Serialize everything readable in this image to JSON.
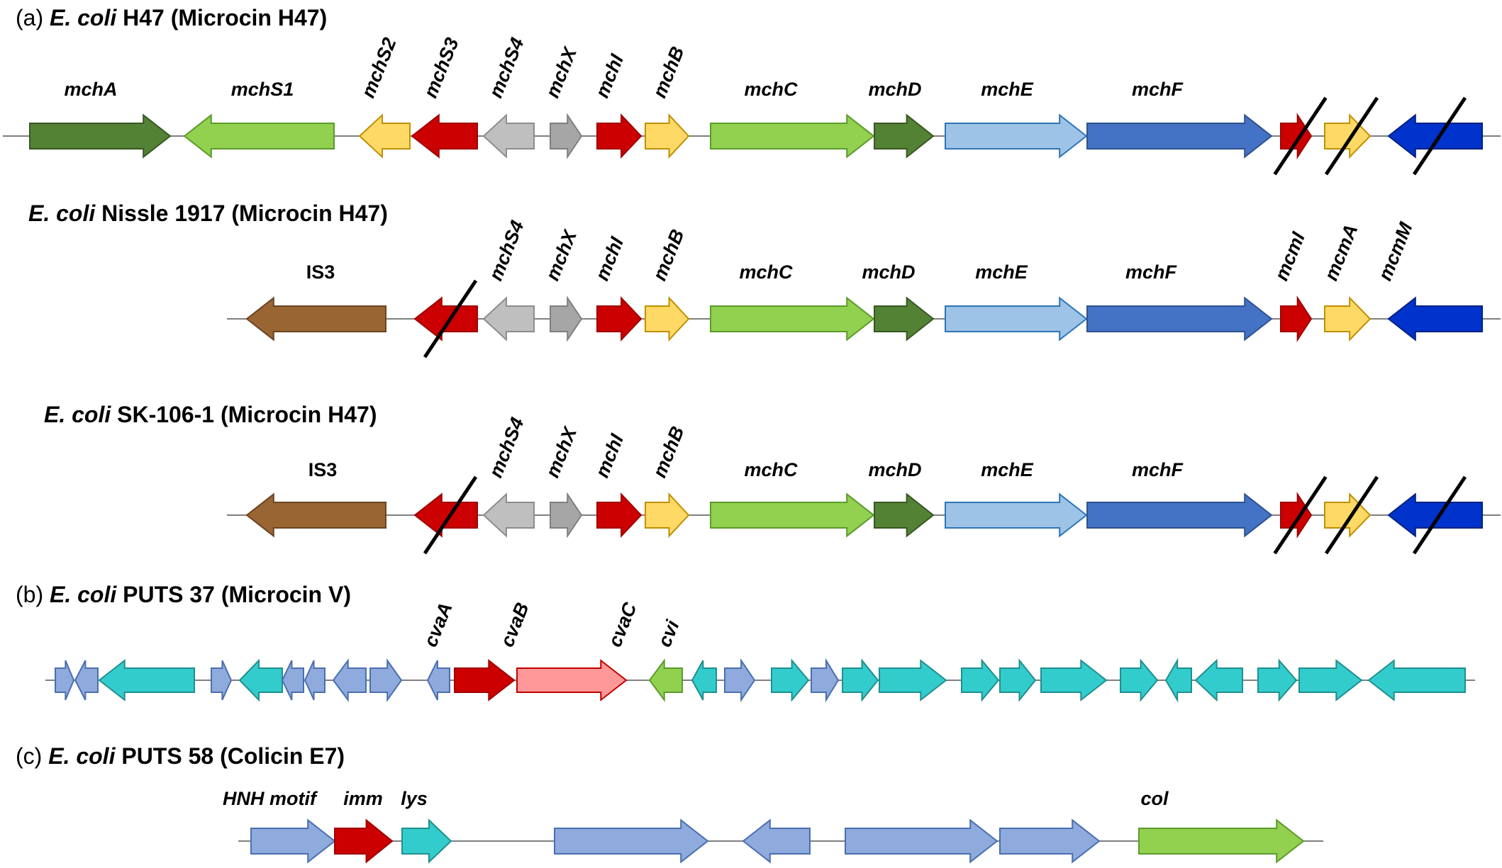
{
  "colors": {
    "dark_green": "#548235",
    "light_green": "#92D050",
    "yellow": "#FFD966",
    "red": "#CC0000",
    "light_gray": "#BFBFBF",
    "gray": "#A6A6A6",
    "light_blue": "#9DC3E6",
    "mid_blue": "#4472C4",
    "navy": "#0033CC",
    "brown": "#996633",
    "periwinkle": "#8FAADC",
    "cyan": "#33CCCC",
    "pink": "#FF9999"
  },
  "panels": [
    {
      "id": "a1",
      "letter": "(a)",
      "organism": "E. coli",
      "strain": "H47 (Microcin H47)",
      "genes": [
        {
          "label": "mchA",
          "dir": "right",
          "color": "dark_green",
          "deleted": false
        },
        {
          "label": "mchS1",
          "dir": "left",
          "color": "light_green",
          "deleted": false
        },
        {
          "label": "mchS2",
          "dir": "left",
          "color": "yellow",
          "deleted": false
        },
        {
          "label": "mchS3",
          "dir": "left",
          "color": "red",
          "deleted": false
        },
        {
          "label": "mchS4",
          "dir": "left",
          "color": "light_gray",
          "deleted": false
        },
        {
          "label": "mchX",
          "dir": "right",
          "color": "gray",
          "deleted": false
        },
        {
          "label": "mchI",
          "dir": "right",
          "color": "red",
          "deleted": false
        },
        {
          "label": "mchB",
          "dir": "right",
          "color": "yellow",
          "deleted": false
        },
        {
          "label": "mchC",
          "dir": "right",
          "color": "light_green",
          "deleted": false
        },
        {
          "label": "mchD",
          "dir": "right",
          "color": "dark_green",
          "deleted": false
        },
        {
          "label": "mchE",
          "dir": "right",
          "color": "light_blue",
          "deleted": false
        },
        {
          "label": "mchF",
          "dir": "right",
          "color": "mid_blue",
          "deleted": false
        },
        {
          "label": "",
          "dir": "right",
          "color": "red",
          "deleted": true
        },
        {
          "label": "",
          "dir": "right",
          "color": "yellow",
          "deleted": true
        },
        {
          "label": "",
          "dir": "left",
          "color": "navy",
          "deleted": true
        }
      ]
    },
    {
      "id": "a2",
      "letter": "",
      "organism": "E. coli",
      "strain": "Nissle 1917 (Microcin H47)",
      "genes": [
        {
          "label": "IS3",
          "dir": "left",
          "color": "brown",
          "deleted": false
        },
        {
          "label": "",
          "dir": "left",
          "color": "red",
          "deleted": true
        },
        {
          "label": "mchS4",
          "dir": "left",
          "color": "light_gray",
          "deleted": false
        },
        {
          "label": "mchX",
          "dir": "right",
          "color": "gray",
          "deleted": false
        },
        {
          "label": "mchI",
          "dir": "right",
          "color": "red",
          "deleted": false
        },
        {
          "label": "mchB",
          "dir": "right",
          "color": "yellow",
          "deleted": false
        },
        {
          "label": "mchC",
          "dir": "right",
          "color": "light_green",
          "deleted": false
        },
        {
          "label": "mchD",
          "dir": "right",
          "color": "dark_green",
          "deleted": false
        },
        {
          "label": "mchE",
          "dir": "right",
          "color": "light_blue",
          "deleted": false
        },
        {
          "label": "mchF",
          "dir": "right",
          "color": "mid_blue",
          "deleted": false
        },
        {
          "label": "mcmI",
          "dir": "right",
          "color": "red",
          "deleted": false
        },
        {
          "label": "mcmA",
          "dir": "right",
          "color": "yellow",
          "deleted": false
        },
        {
          "label": "mcmM",
          "dir": "left",
          "color": "navy",
          "deleted": false
        }
      ]
    },
    {
      "id": "a3",
      "letter": "",
      "organism": "E. coli",
      "strain": "SK-106-1 (Microcin H47)",
      "genes": [
        {
          "label": "IS3",
          "dir": "left",
          "color": "brown",
          "deleted": false
        },
        {
          "label": "",
          "dir": "left",
          "color": "red",
          "deleted": true
        },
        {
          "label": "mchS4",
          "dir": "left",
          "color": "light_gray",
          "deleted": false
        },
        {
          "label": "mchX",
          "dir": "right",
          "color": "gray",
          "deleted": false
        },
        {
          "label": "mchI",
          "dir": "right",
          "color": "red",
          "deleted": false
        },
        {
          "label": "mchB",
          "dir": "right",
          "color": "yellow",
          "deleted": false
        },
        {
          "label": "mchC",
          "dir": "right",
          "color": "light_green",
          "deleted": false
        },
        {
          "label": "mchD",
          "dir": "right",
          "color": "dark_green",
          "deleted": false
        },
        {
          "label": "mchE",
          "dir": "right",
          "color": "light_blue",
          "deleted": false
        },
        {
          "label": "mchF",
          "dir": "right",
          "color": "mid_blue",
          "deleted": false
        },
        {
          "label": "",
          "dir": "right",
          "color": "red",
          "deleted": true
        },
        {
          "label": "",
          "dir": "right",
          "color": "yellow",
          "deleted": true
        },
        {
          "label": "",
          "dir": "left",
          "color": "navy",
          "deleted": true
        }
      ]
    },
    {
      "id": "b",
      "letter": "(b)",
      "organism": "E. coli",
      "strain": "PUTS 37 (Microcin V)",
      "genes": [
        {
          "label": "",
          "dir": "right",
          "color": "periwinkle",
          "deleted": false
        },
        {
          "label": "",
          "dir": "left",
          "color": "periwinkle",
          "deleted": false
        },
        {
          "label": "",
          "dir": "left",
          "color": "cyan",
          "deleted": false
        },
        {
          "label": "",
          "dir": "right",
          "color": "periwinkle",
          "deleted": false
        },
        {
          "label": "",
          "dir": "left",
          "color": "cyan",
          "deleted": false
        },
        {
          "label": "",
          "dir": "left",
          "color": "periwinkle",
          "deleted": false
        },
        {
          "label": "",
          "dir": "left",
          "color": "periwinkle",
          "deleted": false
        },
        {
          "label": "",
          "dir": "left",
          "color": "periwinkle",
          "deleted": false
        },
        {
          "label": "",
          "dir": "right",
          "color": "periwinkle",
          "deleted": false
        },
        {
          "label": "cvaA",
          "dir": "left",
          "color": "periwinkle",
          "deleted": false
        },
        {
          "label": "cvaB",
          "dir": "right",
          "color": "red",
          "deleted": false
        },
        {
          "label": "cvaC",
          "dir": "right",
          "color": "pink",
          "deleted": false
        },
        {
          "label": "cvi",
          "dir": "left",
          "color": "light_green",
          "deleted": false
        },
        {
          "label": "",
          "dir": "left",
          "color": "cyan",
          "deleted": false
        },
        {
          "label": "",
          "dir": "right",
          "color": "periwinkle",
          "deleted": false
        },
        {
          "label": "",
          "dir": "right",
          "color": "cyan",
          "deleted": false
        },
        {
          "label": "",
          "dir": "right",
          "color": "periwinkle",
          "deleted": false
        },
        {
          "label": "",
          "dir": "right",
          "color": "cyan",
          "deleted": false
        },
        {
          "label": "",
          "dir": "right",
          "color": "cyan",
          "deleted": false
        },
        {
          "label": "",
          "dir": "right",
          "color": "cyan",
          "deleted": false
        },
        {
          "label": "",
          "dir": "right",
          "color": "cyan",
          "deleted": false
        },
        {
          "label": "",
          "dir": "right",
          "color": "cyan",
          "deleted": false
        },
        {
          "label": "",
          "dir": "right",
          "color": "cyan",
          "deleted": false
        },
        {
          "label": "",
          "dir": "left",
          "color": "cyan",
          "deleted": false
        },
        {
          "label": "",
          "dir": "left",
          "color": "cyan",
          "deleted": false
        },
        {
          "label": "",
          "dir": "right",
          "color": "cyan",
          "deleted": false
        },
        {
          "label": "",
          "dir": "right",
          "color": "cyan",
          "deleted": false
        },
        {
          "label": "",
          "dir": "left",
          "color": "cyan",
          "deleted": false
        }
      ]
    },
    {
      "id": "c",
      "letter": "(c)",
      "organism": "E. coli",
      "strain": "PUTS 58 (Colicin E7)",
      "genes": [
        {
          "label": "HNH motif",
          "dir": "right",
          "color": "periwinkle",
          "deleted": false
        },
        {
          "label": "imm",
          "dir": "right",
          "color": "red",
          "deleted": false
        },
        {
          "label": "lys",
          "dir": "right",
          "color": "cyan",
          "deleted": false
        },
        {
          "label": "",
          "dir": "right",
          "color": "periwinkle",
          "deleted": false
        },
        {
          "label": "",
          "dir": "left",
          "color": "periwinkle",
          "deleted": false
        },
        {
          "label": "",
          "dir": "right",
          "color": "periwinkle",
          "deleted": false
        },
        {
          "label": "",
          "dir": "right",
          "color": "periwinkle",
          "deleted": false
        },
        {
          "label": "col",
          "dir": "right",
          "color": "light_green",
          "deleted": false
        }
      ]
    }
  ]
}
